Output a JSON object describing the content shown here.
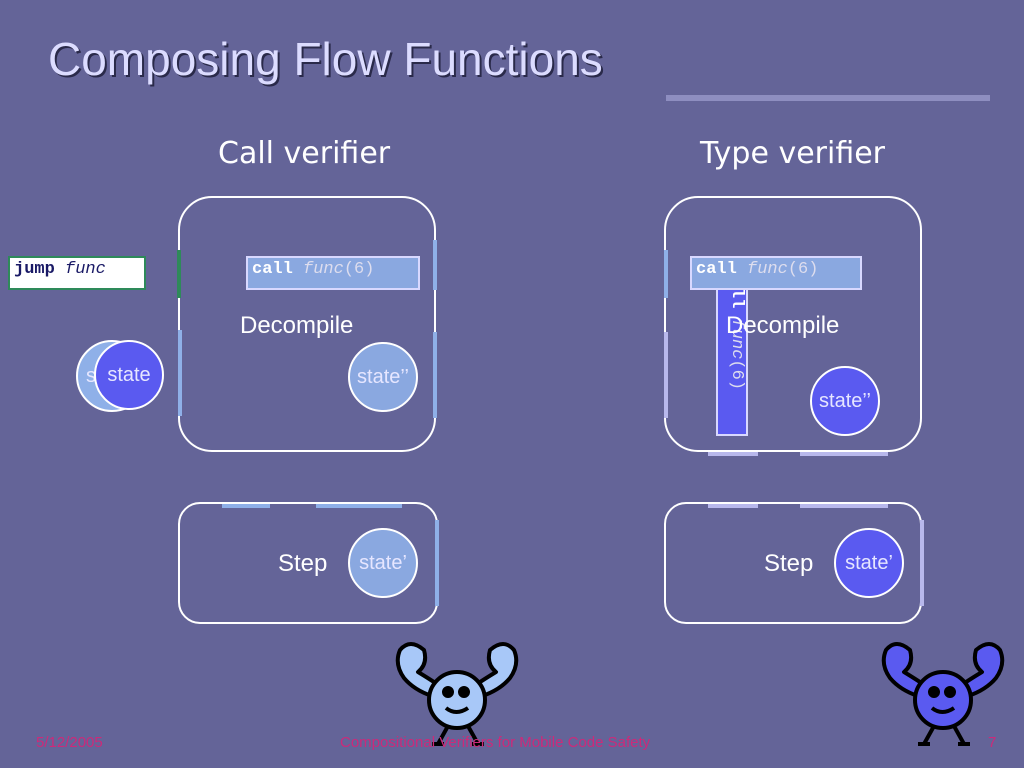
{
  "slide": {
    "title": "Composing Flow Functions",
    "colors": {
      "background": "#646498",
      "title": "#dcdcff",
      "footer": "#cc2a7a"
    }
  },
  "left": {
    "heading": "Call verifier",
    "jump_code": {
      "keyword": "jump",
      "name": "func"
    },
    "call_code": {
      "keyword": "call",
      "name": "func",
      "arg": "(6)"
    },
    "decompile_label": "Decompile",
    "step_label": "Step",
    "circles": {
      "outer_back": "s",
      "outer_front": "state",
      "decompile": "state’’",
      "step": "state’"
    }
  },
  "right": {
    "heading": "Type verifier",
    "call_code": {
      "keyword": "call",
      "name": "func",
      "arg": "(6)"
    },
    "vertical_code": {
      "keyword": "ll",
      "name": "func",
      "arg": "(6)"
    },
    "decompile_label": "Decompile",
    "step_label": "Step",
    "circles": {
      "decompile": "state’’",
      "step": "state’"
    }
  },
  "footer": {
    "date": "5/12/2005",
    "center": "Compositional Verifiers for Mobile Code Safety",
    "page": "7"
  },
  "icons": [
    "flexing-robot-icon",
    "flexing-robot-icon"
  ]
}
